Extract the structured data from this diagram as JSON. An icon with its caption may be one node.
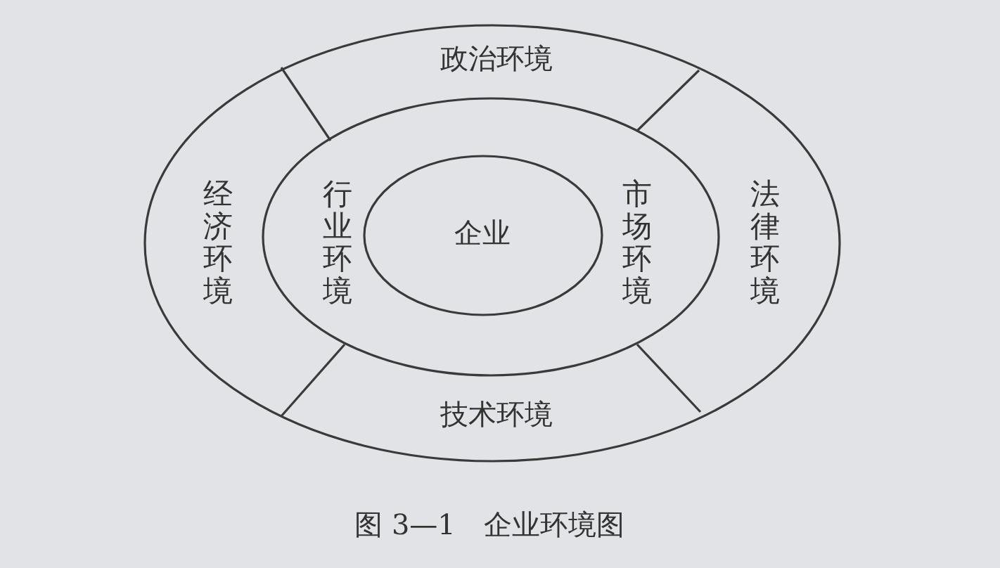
{
  "diagram": {
    "caption": "图 3—1　企业环境图",
    "nodes": [
      {
        "text": [
          "政治环境",
          "经济环境",
          "法律环境",
          "技术环境"
        ]
      },
      {
        "text": [
          "行业环境",
          "市场环境"
        ],
        "in": 0
      },
      {
        "text": [
          "企业"
        ],
        "in": 1
      }
    ]
  }
}
